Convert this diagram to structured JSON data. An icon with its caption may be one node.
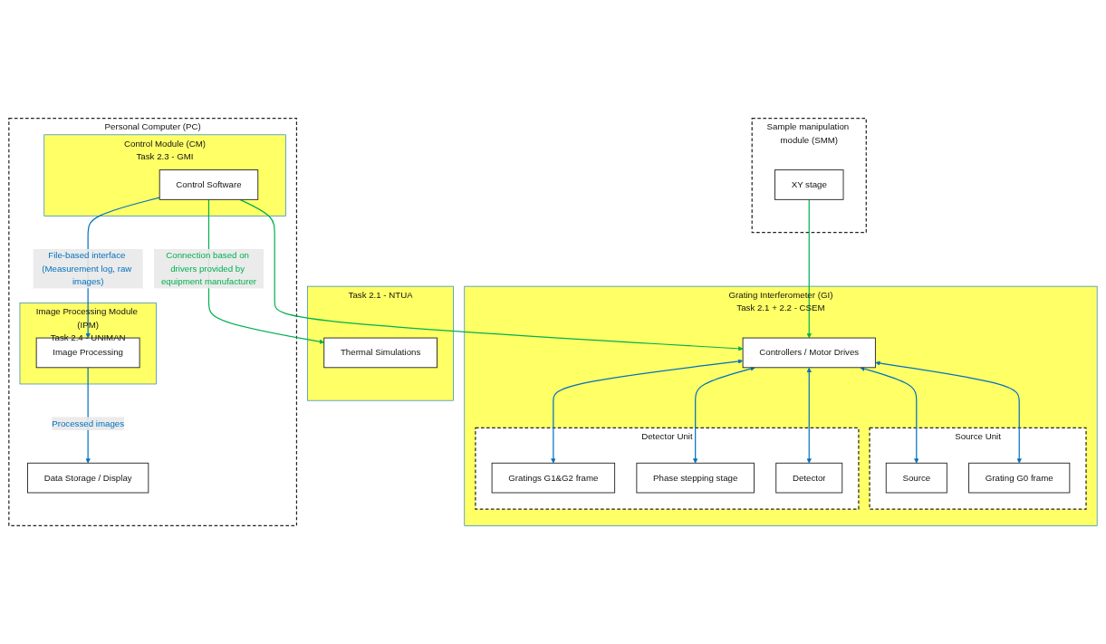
{
  "diagram": {
    "nodes": [
      {
        "text": [
          "Personal Computer (PC)"
        ]
      },
      {
        "text": [
          "Data Storage / Display"
        ],
        "in": 0
      },
      {
        "text": [
          "Control Module (CM)",
          "Task 2.3 - GMI"
        ],
        "in": 0
      },
      {
        "text": [
          "Control Software"
        ],
        "in": 2
      },
      {
        "text": [
          "Image Processing Module (IPM)",
          "Task 2.4 - UNIMAN"
        ],
        "in": 0
      },
      {
        "text": [
          "Image Processing"
        ],
        "in": 4
      },
      {
        "text": [
          "Task 2.1 - NTUA"
        ]
      },
      {
        "text": [
          "Thermal Simulations"
        ],
        "in": 6
      },
      {
        "text": [
          "Sample manipulation module (SMM)"
        ]
      },
      {
        "text": [
          "XY stage"
        ],
        "in": 8
      },
      {
        "text": [
          "Grating Interferometer (GI)",
          "Task 2.1 + 2.2 - CSEM"
        ]
      },
      {
        "text": [
          "Controllers / Motor Drives"
        ],
        "in": 10
      },
      {
        "text": [
          "Source Unit"
        ],
        "in": 10
      },
      {
        "text": [
          "Source"
        ],
        "in": 12
      },
      {
        "text": [
          "Grating G0 frame"
        ],
        "in": 12
      },
      {
        "text": [
          "Detector Unit"
        ],
        "in": 10
      },
      {
        "text": [
          "Gratings G1&G2 frame"
        ],
        "in": 15
      },
      {
        "text": [
          "Phase stepping stage"
        ],
        "in": 15
      },
      {
        "text": [
          "Detector"
        ],
        "in": 15
      }
    ],
    "edges": [
      {
        "from": 3,
        "to": 5,
        "arrow": "to",
        "label": "File-based interface (Measurement log, raw images)",
        "color": "#0070c0"
      },
      {
        "from": 5,
        "to": 1,
        "arrow": "to",
        "label": "Processed images",
        "color": "#0070c0"
      },
      {
        "from": 3,
        "to": 7,
        "arrow": "to",
        "label": "Connection based on drivers provided by equipment manufacturer",
        "color": "#00b050"
      },
      {
        "from": 3,
        "to": 11,
        "arrow": "to",
        "color": "#00b050"
      },
      {
        "from": 9,
        "to": 11,
        "arrow": "to",
        "color": "#00b050"
      },
      {
        "from": 11,
        "to": 13,
        "arrow": "both",
        "color": "#0070c0"
      },
      {
        "from": 11,
        "to": 14,
        "arrow": "both",
        "color": "#0070c0"
      },
      {
        "from": 11,
        "to": 16,
        "arrow": "both",
        "color": "#0070c0"
      },
      {
        "from": 11,
        "to": 17,
        "arrow": "both",
        "color": "#0070c0"
      },
      {
        "from": 11,
        "to": 18,
        "arrow": "both",
        "color": "#0070c0"
      }
    ]
  }
}
